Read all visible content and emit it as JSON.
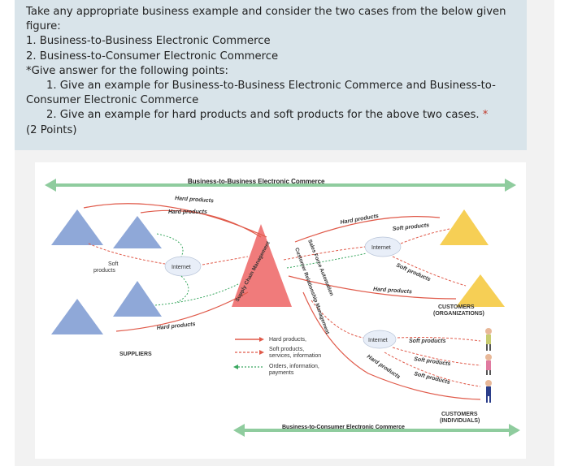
{
  "question": {
    "line1": "Take any appropriate business example  and consider the two cases from the below given",
    "line2": "figure:",
    "line3": "1. Business-to-Business Electronic Commerce",
    "line4": "2. Business-to-Consumer Electronic Commerce",
    "line5": "*Give answer for the following points:",
    "line6": "1.  Give an example for Business-to-Business Electronic Commerce and Business-to-",
    "line7": "Consumer Electronic Commerce",
    "line8": "2.  Give an example for hard products and soft products for the above two cases.",
    "required_mark": "*",
    "points": "(2 Points)"
  },
  "figure": {
    "b2b_title": "Business-to-Business Electronic Commerce",
    "b2c_title": "Business-to-Consumer Electronic Commerce",
    "hard_products": "Hard products",
    "soft_products": "Soft products",
    "soft_short": "Soft",
    "products_short": "products",
    "internet": "Internet",
    "suppliers": "SUPPLIERS",
    "customers_org": "CUSTOMERS",
    "customers_org_sub": "(ORGANIZATIONS)",
    "customers_ind": "CUSTOMERS",
    "customers_ind_sub": "(INDIVIDUALS)",
    "scm": "Supply Chain Management",
    "sfa": "Sales Force Automation",
    "crm": "Customer Relationship Management",
    "legend": {
      "hard": "Hard products,",
      "soft1": "Soft products,",
      "soft2": "services, information",
      "orders1": "Orders, information,",
      "orders2": "payments"
    },
    "colors": {
      "supplier": "#8fa8d8",
      "center": "#f07b7b",
      "customer": "#f6cf55",
      "arrow_green": "#8fcc9e",
      "hard": "#e05a4a",
      "dot_green": "#3aa860"
    }
  }
}
